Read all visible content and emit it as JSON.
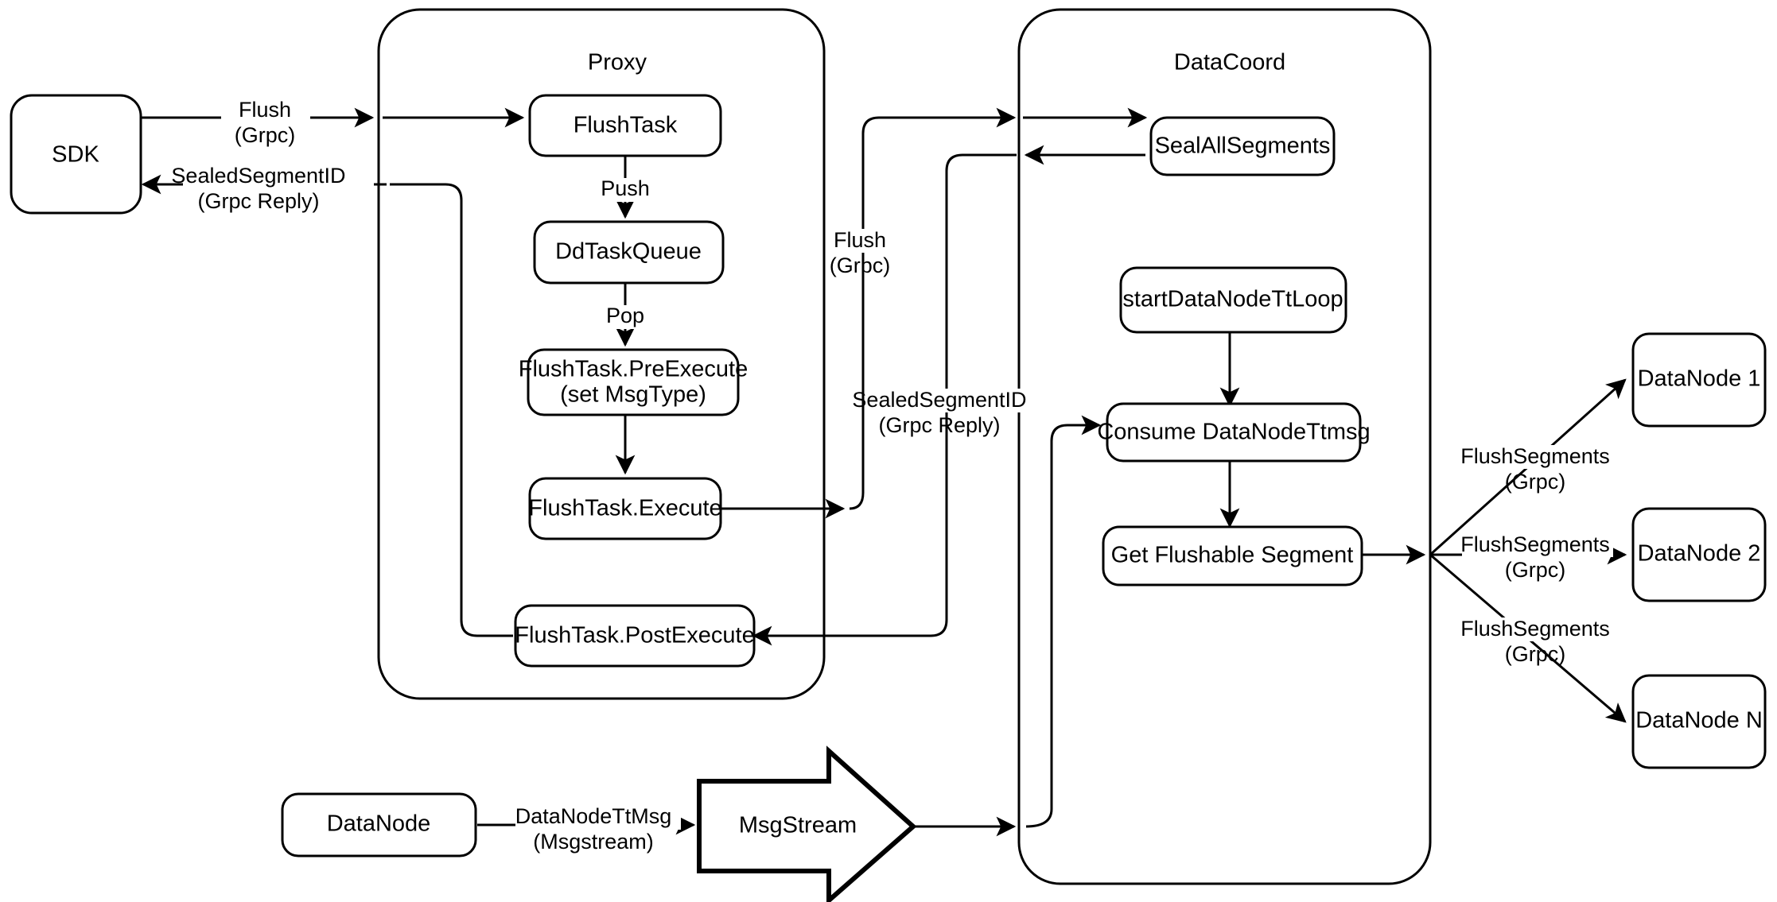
{
  "diagram": {
    "title": "Milvus Flush Sequence Architecture",
    "background_color": "#ffffff",
    "stroke_color": "#000000"
  },
  "groups": {
    "proxy": {
      "label": "Proxy"
    },
    "datacoord": {
      "label": "DataCoord"
    }
  },
  "nodes": {
    "sdk": {
      "label": "SDK"
    },
    "flush_task": {
      "label": "FlushTask"
    },
    "dd_task_queue": {
      "label": "DdTaskQueue"
    },
    "pre_execute_line1": {
      "label": "FlushTask.PreExecute"
    },
    "pre_execute_line2": {
      "label": "(set MsgType)"
    },
    "execute": {
      "label": "FlushTask.Execute"
    },
    "post_execute": {
      "label": "FlushTask.PostExecute"
    },
    "seal_all_segments": {
      "label": "SealAllSegments"
    },
    "start_datanode_ttloop": {
      "label": "startDataNodeTtLoop"
    },
    "consume_datanode_ttmsg": {
      "label": "Consume DataNodeTtmsg"
    },
    "get_flushable_segment": {
      "label": "Get Flushable Segment"
    },
    "datanode_source": {
      "label": "DataNode"
    },
    "msgstream": {
      "label": "MsgStream"
    },
    "datanode_1": {
      "label": "DataNode 1"
    },
    "datanode_2": {
      "label": "DataNode 2"
    },
    "datanode_n": {
      "label": "DataNode N"
    }
  },
  "edge_labels": {
    "sdk_to_proxy_line1": {
      "label": "Flush"
    },
    "sdk_to_proxy_line2": {
      "label": "(Grpc)"
    },
    "proxy_to_sdk_line1": {
      "label": "SealedSegmentID"
    },
    "proxy_to_sdk_line2": {
      "label": "(Grpc Reply)"
    },
    "push": {
      "label": "Push"
    },
    "pop": {
      "label": "Pop"
    },
    "proxy_to_datacoord_line1": {
      "label": "Flush"
    },
    "proxy_to_datacoord_line2": {
      "label": "(Grpc)"
    },
    "datacoord_to_proxy_line1": {
      "label": "SealedSegmentID"
    },
    "datacoord_to_proxy_line2": {
      "label": "(Grpc Reply)"
    },
    "datanode_ttmsg_line1": {
      "label": "DataNodeTtMsg"
    },
    "datanode_ttmsg_line2": {
      "label": "(Msgstream)"
    },
    "flush_segments_1_line1": {
      "label": "FlushSegments"
    },
    "flush_segments_1_line2": {
      "label": "(Grpc)"
    },
    "flush_segments_2_line1": {
      "label": "FlushSegments"
    },
    "flush_segments_2_line2": {
      "label": "(Grpc)"
    },
    "flush_segments_n_line1": {
      "label": "FlushSegments"
    },
    "flush_segments_n_line2": {
      "label": "(Grpc)"
    }
  }
}
